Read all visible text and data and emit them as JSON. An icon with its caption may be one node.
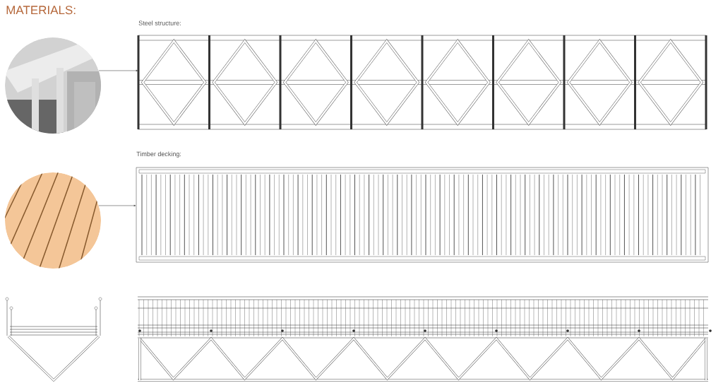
{
  "diagram": {
    "title": "MATERIALS:",
    "nodes": [
      {
        "text": [],
        "shape": "picture"
      },
      {
        "text": [
          "Steel structure:"
        ]
      },
      {
        "text": [],
        "shape": "picture"
      },
      {
        "text": [
          "Timber decking:"
        ]
      }
    ],
    "edges": [
      {
        "from": 0,
        "to": 1,
        "arrow": "to"
      },
      {
        "from": 2,
        "to": 3,
        "arrow": "to"
      }
    ]
  }
}
